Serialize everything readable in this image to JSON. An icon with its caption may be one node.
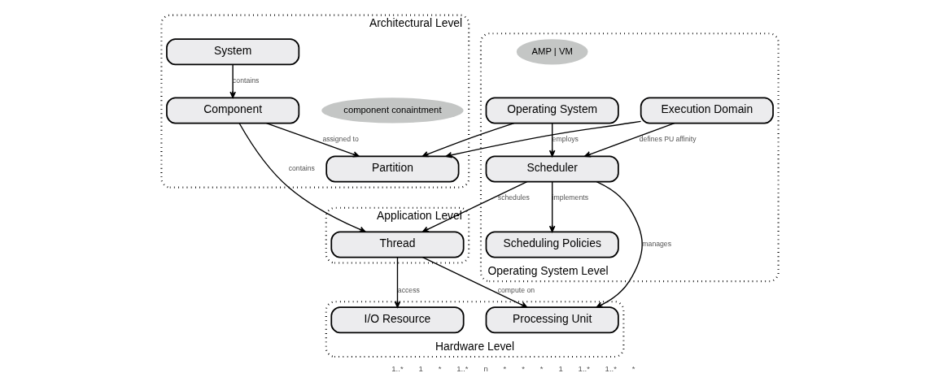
{
  "diagram": {
    "nodes": [
      {
        "text": [
          "Architectural Level"
        ]
      },
      {
        "text": [
          "System"
        ],
        "in": 0
      },
      {
        "text": [
          "component conaintment"
        ],
        "in": 0
      },
      {
        "text": [
          "Partition"
        ],
        "in": 0
      },
      {
        "text": [
          "Component"
        ],
        "in": 0
      },
      {
        "text": [
          "Operating System Level"
        ]
      },
      {
        "text": [
          "AMP | VM"
        ],
        "in": 5
      },
      {
        "text": [
          "Execution Domain"
        ],
        "in": 5
      },
      {
        "text": [
          "Operating System"
        ],
        "in": 5
      },
      {
        "text": [
          "Scheduler"
        ],
        "in": 5
      },
      {
        "text": [
          "Scheduling Policies"
        ],
        "in": 5
      },
      {
        "text": [
          "Application Level"
        ]
      },
      {
        "text": [
          "Thread"
        ],
        "in": 11
      },
      {
        "text": [
          "Hardware Level"
        ]
      },
      {
        "text": [
          "Processing Unit"
        ],
        "in": 13
      },
      {
        "text": [
          "I/O Resource"
        ],
        "in": 13
      }
    ],
    "edges": [
      {
        "from": 1,
        "to": 4,
        "arrow": "to",
        "label": "contains"
      },
      {
        "from": 4,
        "to": 3,
        "arrow": "to",
        "label": "assigned to"
      },
      {
        "from": 4,
        "to": 12,
        "arrow": "to",
        "label": "contains"
      },
      {
        "from": 7,
        "to": 3,
        "arrow": "to"
      },
      {
        "from": 8,
        "to": 3,
        "arrow": "to"
      },
      {
        "from": 8,
        "to": 9,
        "arrow": "to",
        "label": "employs"
      },
      {
        "from": 7,
        "to": 9,
        "arrow": "to",
        "label": "defines PU affinity"
      },
      {
        "from": 9,
        "to": 12,
        "arrow": "to",
        "label": "schedules"
      },
      {
        "from": 9,
        "to": 10,
        "arrow": "to",
        "label": "implements"
      },
      {
        "from": 9,
        "to": 14,
        "arrow": "to",
        "label": "manages"
      },
      {
        "from": 12,
        "to": 14,
        "arrow": "to",
        "label": "compute on"
      },
      {
        "from": 12,
        "to": 15,
        "arrow": "to",
        "label": "access"
      }
    ],
    "labels": [
      "1..*",
      "1",
      "*",
      "1..*",
      "n",
      "*",
      "*",
      "*",
      "1",
      "1..*",
      "1..*",
      "*"
    ]
  }
}
